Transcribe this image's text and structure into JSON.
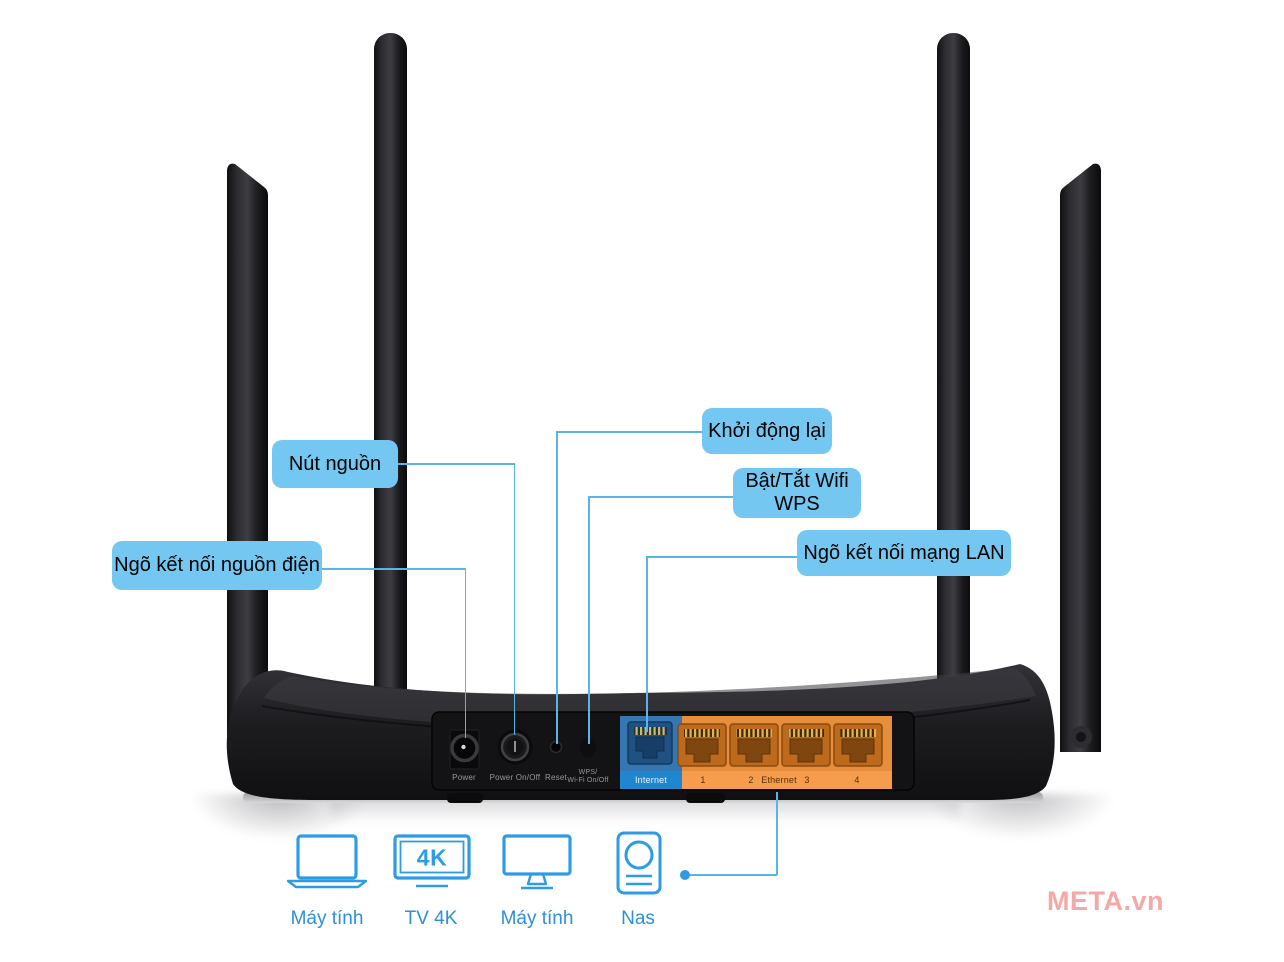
{
  "callouts": {
    "power_button": "Nút nguồn",
    "restart": "Khởi động lại",
    "wifi_wps_line1": "Bật/Tắt Wifi",
    "wifi_wps_line2": "WPS",
    "power_jack": "Ngõ kết nối nguồn điện",
    "lan_ports": "Ngõ kết nối mạng LAN"
  },
  "panel": {
    "power": "Power",
    "power_on_off": "Power On/Off",
    "reset": "Reset",
    "wps_line1": "WPS/",
    "wps_line2": "Wi-Fi On/Off",
    "internet": "Internet",
    "eth1": "1",
    "eth2": "2",
    "ethernet": "Ethernet",
    "eth3": "3",
    "eth4": "4"
  },
  "devices": {
    "laptop": "Máy tính",
    "tv": "TV 4K",
    "tv_badge": "4K",
    "monitor": "Máy tính",
    "nas": "Nas"
  },
  "watermark": "META.vn",
  "colors": {
    "callout_bg": "#74C7F1",
    "connector_line": "#58B5E9",
    "device_blue": "#2D9CE5",
    "internet_blue": "#1E87CF",
    "ethernet_orange": "#F59C4D",
    "watermark_red": "#F5A9A6"
  }
}
